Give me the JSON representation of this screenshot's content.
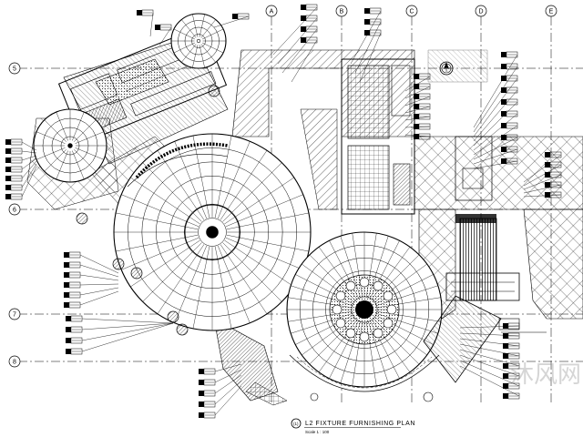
{
  "drawing": {
    "title": "L2 FIXTURE FURNISHING PLAN",
    "scale": "Scale 1 : 100",
    "title_marker": "(1)",
    "watermark": "沐风网"
  },
  "grid": {
    "columns": [
      "A",
      "B",
      "C",
      "D",
      "E"
    ],
    "rows": [
      "5",
      "6",
      "7",
      "8"
    ]
  },
  "icons": [
    "north-arrow-icon",
    "section-marker-icon",
    "fixture-tag-icon"
  ]
}
